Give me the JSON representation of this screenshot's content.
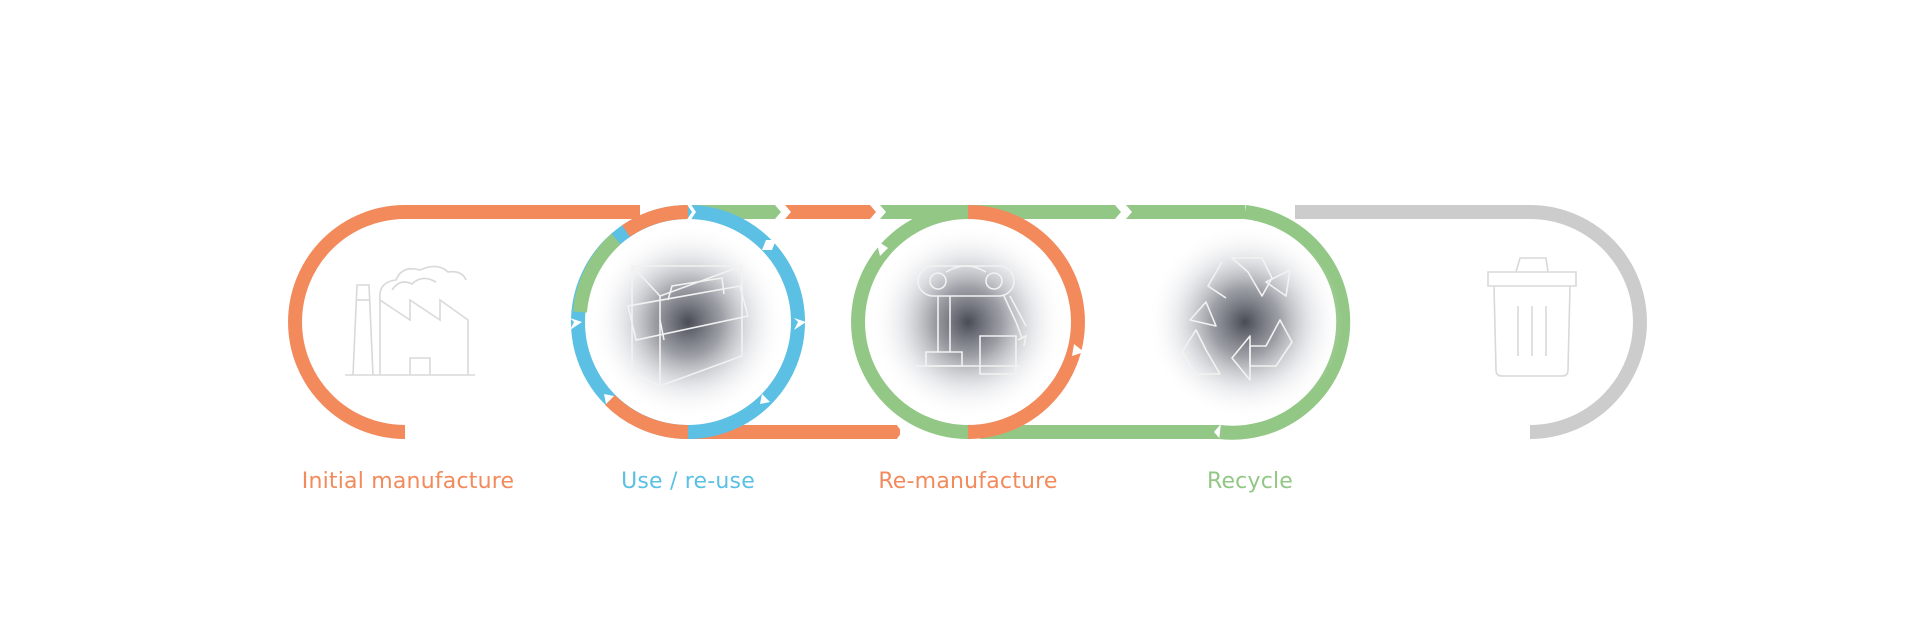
{
  "colors": {
    "manufacture": "#F28A5B",
    "use": "#5BC0E3",
    "recycle": "#93C786",
    "landfill": "#CCCCCC",
    "icon_stroke": "#D9D9D9",
    "icon_stroke_on_dark": "#F2F2F2",
    "halo_dark": "#3F424C"
  },
  "stages": [
    {
      "id": "initial-manufacture",
      "label": "Initial manufacture",
      "icon": "factory-icon",
      "color_key": "manufacture"
    },
    {
      "id": "use-reuse",
      "label": "Use / re-use",
      "icon": "boxes-icon",
      "color_key": "use"
    },
    {
      "id": "re-manufacture",
      "label": "Re-manufacture",
      "icon": "robot-arm-icon",
      "color_key": "manufacture"
    },
    {
      "id": "recycle",
      "label": "Recycle",
      "icon": "recycle-icon",
      "color_key": "recycle"
    },
    {
      "id": "landfill",
      "label": "",
      "icon": "trash-can-icon",
      "color_key": "landfill"
    }
  ]
}
